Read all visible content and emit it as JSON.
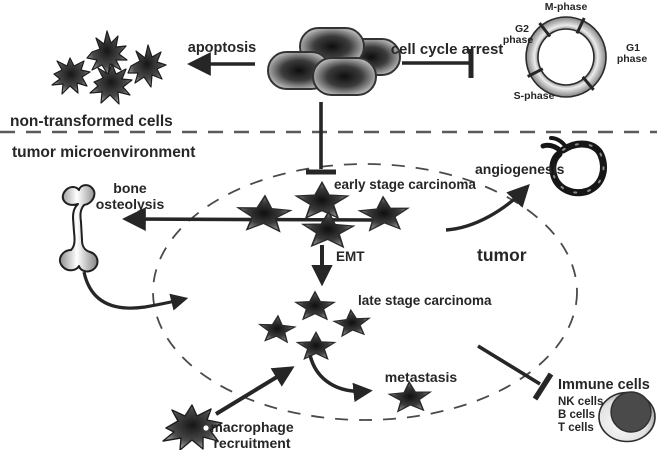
{
  "labels": {
    "apoptosis": "apoptosis",
    "cell_cycle_arrest": "cell cycle arrest",
    "non_transformed_cells": "non-transformed cells",
    "tumor_microenvironment": "tumor microenvironment",
    "early_stage_carcinoma": "early stage carcinoma",
    "emt": "EMT",
    "late_stage_carcinoma": "late stage carcinoma",
    "metastasis": "metastasis",
    "bone_line1": "bone",
    "bone_line2": "osteolysis",
    "angiogenesis": "angiogenesis",
    "tumor": "tumor",
    "macrophage_line1": "macrophage",
    "macrophage_line2": "recruitment"
  },
  "cell_cycle": {
    "m_phase": "M-phase",
    "g1_line1": "G1",
    "g1_line2": "phase",
    "g2_line1": "G2",
    "g2_line2": "phase",
    "s_phase": "S-phase"
  },
  "immune": {
    "title": "Immune cells",
    "items": [
      "NK cells",
      "B cells",
      "T cells"
    ]
  },
  "icons": {
    "apoptotic_bodies": "fragmented-apoptotic-cells-icon",
    "cell_cluster": "normal-cell-cluster-icon",
    "cell_cycle_ring": "cell-cycle-ring-icon",
    "bone": "bone-icon",
    "blood_vessel": "blood-vessel-loop-icon",
    "carcinoma_star": "carcinoma-cell-star-icon",
    "macrophage": "macrophage-icon",
    "immune_cell": "immune-cell-icon"
  },
  "colors": {
    "ink": "#262626",
    "dash_line": "#5a5a5a",
    "ellipse_dash": "#4a4a4a",
    "star_core": "#101010",
    "star_rim": "#a0a0a0"
  }
}
